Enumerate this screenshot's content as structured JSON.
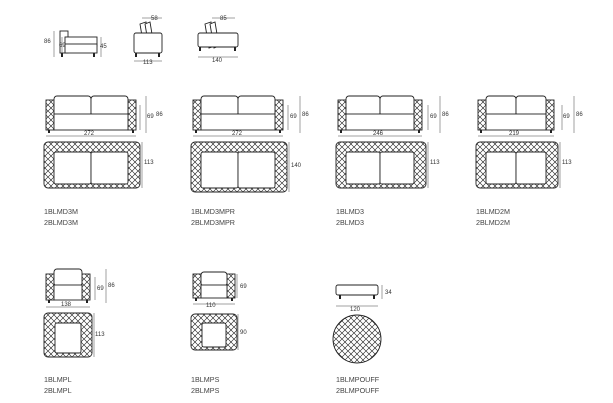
{
  "side_views": [
    {
      "dims": [
        "86",
        "69",
        "45"
      ]
    },
    {
      "dims": [
        "58",
        "113"
      ]
    },
    {
      "dims": [
        "85",
        "140"
      ]
    }
  ],
  "models": [
    {
      "id": "bldm3m",
      "codes": [
        "1BLMD3M",
        "2BLMD3M"
      ],
      "dims": {
        "width": "272",
        "height": "69",
        "back": "86",
        "depth": "113"
      }
    },
    {
      "id": "bldm3mpr",
      "codes": [
        "1BLMD3MPR",
        "2BLMD3MPR"
      ],
      "dims": {
        "width": "272",
        "height": "69",
        "back": "86",
        "depth": "140"
      }
    },
    {
      "id": "bldm3",
      "codes": [
        "1BLMD3",
        "2BLMD3"
      ],
      "dims": {
        "width": "246",
        "height": "69",
        "back": "86",
        "depth": "113"
      }
    },
    {
      "id": "bldm2m",
      "codes": [
        "1BLMD2M",
        "2BLMD2M"
      ],
      "dims": {
        "width": "219",
        "height": "69",
        "back": "86",
        "depth": "113"
      }
    },
    {
      "id": "blmpl",
      "codes": [
        "1BLMPL",
        "2BLMPL"
      ],
      "dims": {
        "width": "138",
        "height": "69",
        "back": "86",
        "depth": "113"
      }
    },
    {
      "id": "blmps",
      "codes": [
        "1BLMPS",
        "2BLMPS"
      ],
      "dims": {
        "width": "110",
        "height": "69",
        "depth": "90"
      }
    },
    {
      "id": "blmpouff",
      "codes": [
        "1BLMPOUFF",
        "2BLMPOUFF"
      ],
      "dims": {
        "width": "120",
        "height": "34"
      }
    }
  ],
  "colors": {
    "line": "#222222",
    "text": "#333333"
  }
}
